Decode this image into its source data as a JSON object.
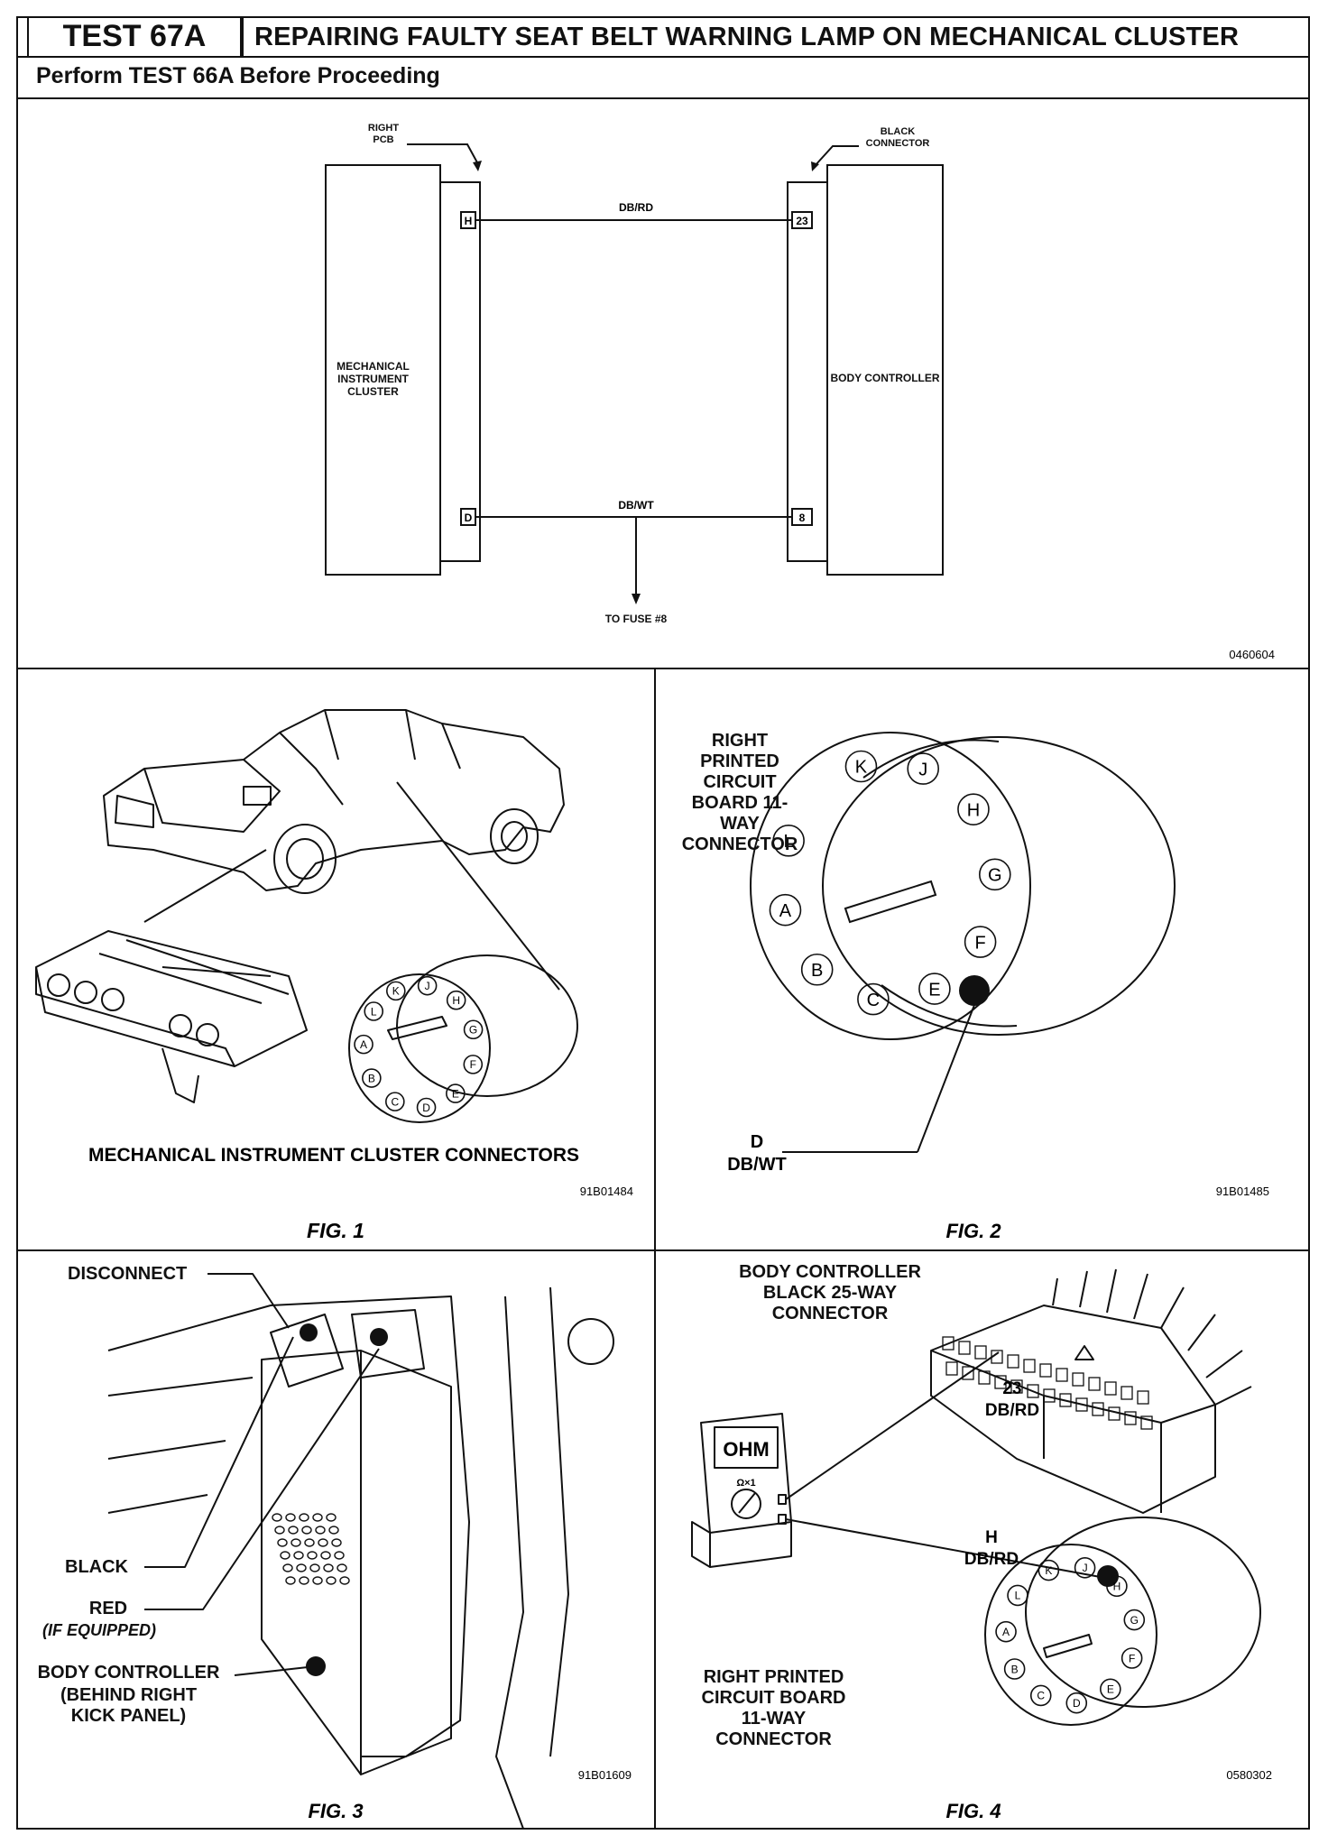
{
  "header": {
    "test_id": "TEST 67A",
    "title": "REPAIRING FAULTY SEAT BELT WARNING LAMP ON MECHANICAL CLUSTER",
    "prerequisite": "Perform TEST 66A Before Proceeding"
  },
  "schematic": {
    "left_block": "MECHANICAL INSTRUMENT CLUSTER",
    "left_connector_label": "RIGHT PCB",
    "right_block": "BODY CONTROLLER",
    "right_connector_label": "BLACK CONNECTOR",
    "top_wire": "DB/RD",
    "bottom_wire": "DB/WT",
    "pin_left_top": "H",
    "pin_left_bottom": "D",
    "pin_right_top": "23",
    "pin_right_bottom": "8",
    "fuse_label": "TO FUSE #8",
    "code": "0460604"
  },
  "fig1": {
    "caption": "FIG. 1",
    "label": "MECHANICAL INSTRUMENT CLUSTER CONNECTORS",
    "code": "91B01484",
    "pins": [
      "K",
      "J",
      "H",
      "G",
      "F",
      "E",
      "D",
      "C",
      "B",
      "A",
      "L"
    ]
  },
  "fig2": {
    "caption": "FIG. 2",
    "label": "RIGHT PRINTED CIRCUIT BOARD 11-WAY CONNECTOR",
    "callout_pin": "D",
    "callout_wire": "DB/WT",
    "code": "91B01485",
    "pins": [
      "K",
      "J",
      "H",
      "G",
      "F",
      "E",
      "C",
      "B",
      "A",
      "L"
    ]
  },
  "fig3": {
    "caption": "FIG. 3",
    "disconnect": "DISCONNECT",
    "black": "BLACK",
    "red": "RED",
    "red_note": "(IF EQUIPPED)",
    "body_controller": "BODY CONTROLLER",
    "location": "(BEHIND RIGHT KICK PANEL)",
    "code": "91B01609"
  },
  "fig4": {
    "caption": "FIG. 4",
    "connector_label": "BODY CONTROLLER BLACK 25-WAY CONNECTOR",
    "pin_23": "23",
    "wire_23": "DB/RD",
    "meter_display": "OHM",
    "meter_range": "Ω×1",
    "pin_h": "H",
    "wire_h": "DB/RD",
    "pcb_label": "RIGHT PRINTED CIRCUIT BOARD 11-WAY CONNECTOR",
    "code": "0580302",
    "pins": [
      "K",
      "J",
      "H",
      "G",
      "F",
      "E",
      "D",
      "C",
      "B",
      "A",
      "L"
    ]
  }
}
